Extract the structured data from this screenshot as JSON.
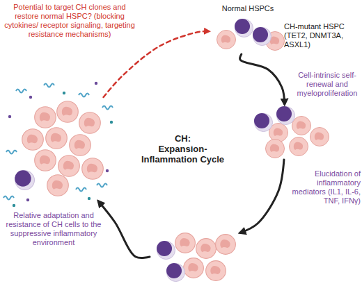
{
  "diagram": {
    "nodes": [
      {
        "text": [
          "Normal HSPCs",
          "CH-mutant HSPC (TET2, DNMT3A, ASXL1)"
        ]
      },
      {
        "text": []
      },
      {
        "text": []
      },
      {
        "text": []
      }
    ],
    "edges": [
      {
        "from": 0,
        "to": 1,
        "arrow": "to",
        "label": "Cell-intrinsic self-renewal and myeloproliferation"
      },
      {
        "from": 1,
        "to": 2,
        "arrow": "to",
        "label": "Elucidation of inflammatory mediators (IL1, IL-6, TNF, IFNγ)"
      },
      {
        "from": 2,
        "to": 3,
        "arrow": "to",
        "label": "Relative adaptation and resistance of CH cells to the suppressive inflammatory environment"
      },
      {
        "from": 3,
        "to": 0,
        "arrow": "to",
        "label": "Potential to target CH clones and restore normal HSPC? (blocking cytokines/ receptor signaling, targeting resistance mechanisms)"
      }
    ],
    "labels": [
      "CH:",
      "Expansion-Inflammation Cycle"
    ]
  }
}
